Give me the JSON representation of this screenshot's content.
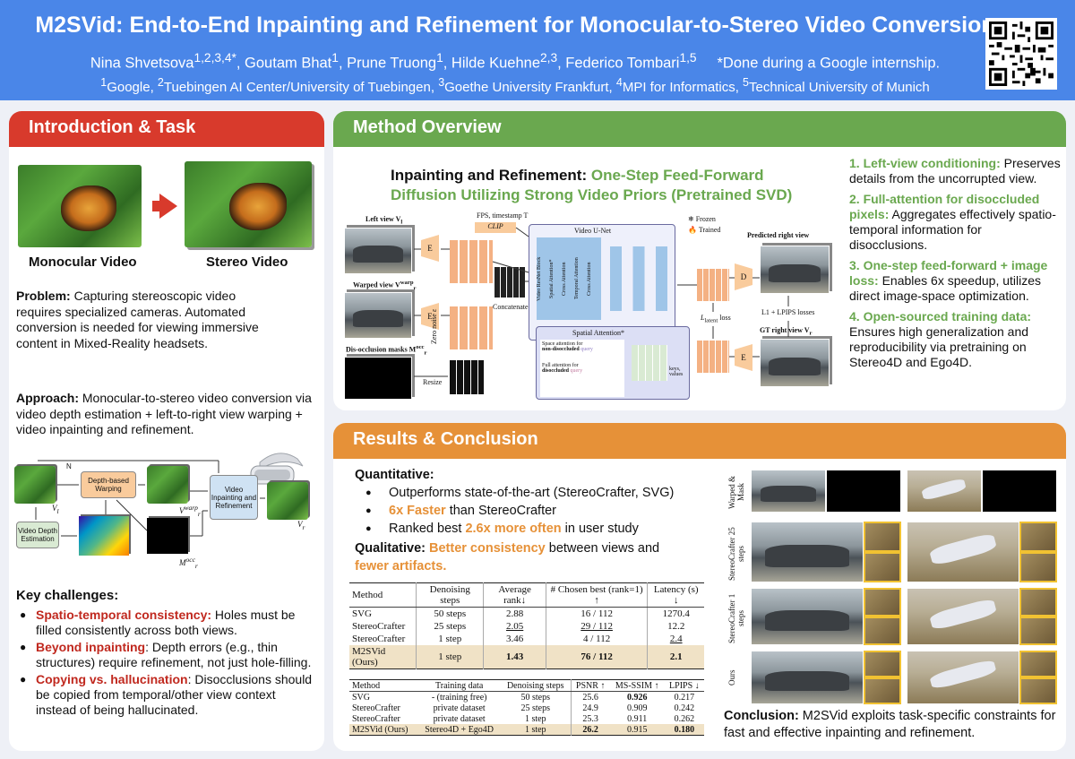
{
  "header": {
    "title": "M2SVid: End-to-End Inpainting and Refinement for Monocular-to-Stereo Video Conversion",
    "authors": [
      {
        "name": "Nina Shvetsova",
        "sup": "1,2,3,4*"
      },
      {
        "name": "Goutam Bhat",
        "sup": "1"
      },
      {
        "name": "Prune Truong",
        "sup": "1"
      },
      {
        "name": "Hilde Kuehne",
        "sup": "2,3"
      },
      {
        "name": "Federico Tombari",
        "sup": "1,5"
      }
    ],
    "note": "*Done during a Google internship.",
    "affiliations": [
      {
        "sup": "1",
        "name": "Google"
      },
      {
        "sup": "2",
        "name": "Tuebingen AI Center/University of Tuebingen"
      },
      {
        "sup": "3",
        "name": "Goethe University Frankfurt"
      },
      {
        "sup": "4",
        "name": "MPI for Informatics"
      },
      {
        "sup": "5",
        "name": "Technical University of Munich"
      }
    ]
  },
  "intro": {
    "heading": "Introduction & Task",
    "mono_caption": "Monocular Video",
    "stereo_caption": "Stereo Video",
    "problem_label": "Problem:",
    "problem_text": "Capturing stereoscopic video requires specialized cameras. Automated conversion is needed for viewing immersive content in Mixed-Reality headsets.",
    "approach_label": "Approach:",
    "approach_text": "Monocular-to-stereo video conversion via video depth estimation + left-to-right view warping + video inpainting and refinement.",
    "diagram": {
      "n": "N",
      "depth_warp": "Depth-based Warping",
      "vde": "Video Depth Estimation",
      "inpaint": "Video Inpainting and Refinement",
      "vl": "V",
      "vl_sub": "l",
      "vr_warp": "V",
      "vr_warp_sup": "warp",
      "vr_warp_sub": "r",
      "mask": "M",
      "mask_sup": "occ",
      "mask_sub": "r",
      "vr": "V",
      "vr_sub": "r"
    },
    "challenges_heading": "Key challenges:",
    "challenges": [
      {
        "title": "Spatio-temporal consistency:",
        "text": " Holes must be filled consistently across both views."
      },
      {
        "title": "Beyond inpainting",
        "text": ": Depth errors (e.g., thin structures) require refinement, not just hole-filling."
      },
      {
        "title": "Copying vs. hallucination",
        "text": ": Disocclusions should be copied from temporal/other view context instead of being hallucinated."
      }
    ]
  },
  "method": {
    "heading": "Method Overview",
    "title_black": "Inpainting and Refinement",
    "title_colon": ": ",
    "title_green1": "One-Step Feed-Forward",
    "title_green2": "Diffusion Utilizing Strong Video Priors (Pretrained SVD)",
    "fig": {
      "left_view": "Left view V",
      "left_view_sub": "l",
      "fps": "FPS, timestamp T",
      "clip": "CLIP",
      "frozen": "Frozen",
      "trained": "Trained",
      "unet": "Video U-Net",
      "predicted": "Predicted right view",
      "warped_view": "Warped view V",
      "warped_view_sup": "warp",
      "warped_view_sub": "r",
      "concatenate": "Concatenate",
      "latent_loss": "L",
      "latent_loss_sub": "latent",
      "latent_loss_rest": " loss",
      "l1_loss": "L1 + LPIPS losses",
      "disocc": "Dis-occlusion masks M",
      "disocc_sup": "occ",
      "disocc_sub": "r",
      "zero_noise": "Zero noise ε",
      "resize": "Resize",
      "spatial_attn": "Spatial Attention*",
      "space_attn": "Space attention for",
      "non_disocc": "non-disoccluded",
      "query": "query",
      "full_attn": "Full attention for",
      "disocc_word": "disoccluded",
      "keys": "keys, values",
      "gt": "GT right view V",
      "gt_sub": "r",
      "e": "E",
      "d": "D",
      "unet_blocks": [
        "Video ResNet Block",
        "Spatial Attention*",
        "Cross Attention",
        "Temporal Attention",
        "Cross Attention"
      ]
    },
    "contributions": [
      {
        "title": "1. Left-view conditioning:",
        "text": " Preserves details from the uncorrupted view."
      },
      {
        "title": "2. Full-attention for disoccluded pixels:",
        "text": " Aggregates effectively spatio-temporal information for disocclusions."
      },
      {
        "title": "3. One-step feed-forward + image loss:",
        "text": " Enables 6x speedup, utilizes direct image-space optimization."
      },
      {
        "title": "4. Open-sourced training data:",
        "text": " Ensures high generalization and reproducibility via pretraining on Stereo4D and Ego4D."
      }
    ]
  },
  "results": {
    "heading": "Results & Conclusion",
    "quant_label": "Quantitative:",
    "bullets": [
      {
        "pre": "Outperforms state-of-the-art (StereoCrafter, SVG)",
        "hl": "",
        "post": ""
      },
      {
        "pre": "",
        "hl": "6x Faster",
        "post": " than StereoCrafter"
      },
      {
        "pre": "Ranked best ",
        "hl": "2.6x more often",
        "post": " in user study"
      }
    ],
    "qual_label": "Qualitative:",
    "qual_hl1": "Better consistency",
    "qual_mid": " between views and",
    "qual_hl2": "fewer artifacts.",
    "table1": {
      "headers": [
        "Method",
        "Denoising steps",
        "Average rank↓",
        "# Chosen best (rank=1) ↑",
        "Latency (s) ↓"
      ],
      "rows": [
        [
          "SVG",
          "50 steps",
          "2.88",
          "16 / 112",
          "1270.4"
        ],
        [
          "StereoCrafter",
          "25 steps",
          "2.05",
          "29 / 112",
          "12.2"
        ],
        [
          "StereoCrafter",
          "1 step",
          "3.46",
          "4 / 112",
          "2.4"
        ],
        [
          "M2SVid (Ours)",
          "1 step",
          "1.43",
          "76 / 112",
          "2.1"
        ]
      ]
    },
    "table2": {
      "headers": [
        "Method",
        "Training data",
        "Denoising steps",
        "PSNR ↑",
        "MS-SSIM ↑",
        "LPIPS ↓"
      ],
      "rows": [
        [
          "SVG",
          "- (training free)",
          "50 steps",
          "25.6",
          "0.926",
          "0.217"
        ],
        [
          "StereoCrafter",
          "private dataset",
          "25 steps",
          "24.9",
          "0.909",
          "0.242"
        ],
        [
          "StereoCrafter",
          "private dataset",
          "1 step",
          "25.3",
          "0.911",
          "0.262"
        ],
        [
          "M2SVid (Ours)",
          "Stereo4D + Ego4D",
          "1 step",
          "26.2",
          "0.915",
          "0.180"
        ]
      ]
    },
    "qual_rows": [
      "Warped & Mask",
      "StereoCrafter 25 steps",
      "StereoCrafter 1 steps",
      "Ours"
    ],
    "conclusion_label": "Conclusion:",
    "conclusion_text": " M2SVid exploits task-specific constraints for fast and effective inpainting and refinement."
  },
  "colors": {
    "header_blue": "#4a86e8",
    "intro_red": "#d83a2c",
    "method_green": "#6aa84f",
    "results_orange": "#e69138"
  }
}
